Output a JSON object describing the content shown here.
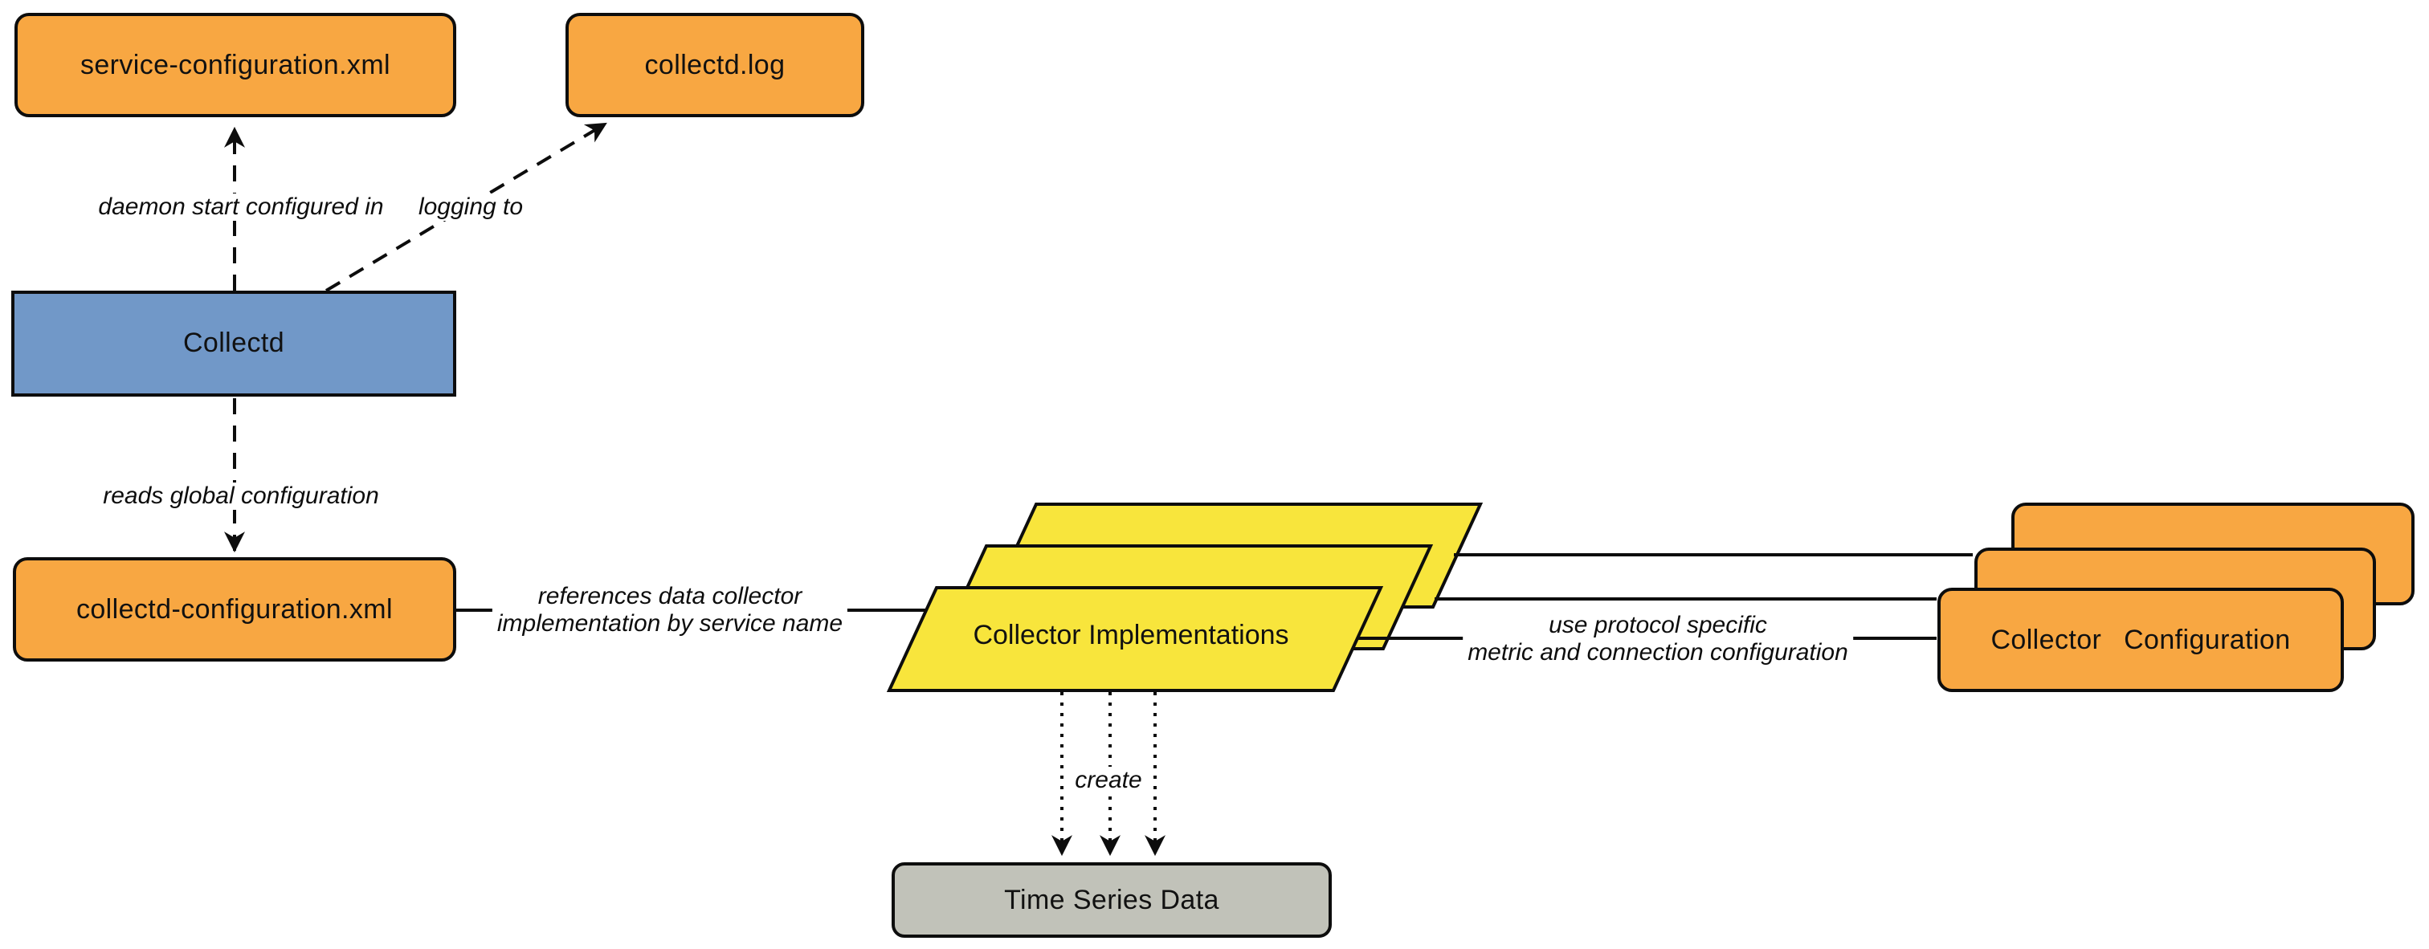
{
  "diagram": {
    "nodes": {
      "service_configuration": {
        "label": "service-configuration.xml"
      },
      "collectd_log": {
        "label": "collectd.log"
      },
      "collectd": {
        "label": "Collectd"
      },
      "collectd_configuration": {
        "label": "collectd-configuration.xml"
      },
      "collector_implementations": {
        "label": "Collector Implementations",
        "stack_count": 3
      },
      "collector_configuration": {
        "label": "Collector Configuration",
        "stack_count": 3
      },
      "time_series_data": {
        "label": "Time Series Data"
      }
    },
    "edge_labels": {
      "daemon_start": "daemon start configured in",
      "logging_to": "logging to",
      "reads_global": "reads global configuration",
      "references_line1": "references data collector",
      "references_line2": "implementation by service name",
      "use_protocol_line1": "use protocol specific",
      "use_protocol_line2": "metric and connection configuration",
      "create": "create"
    },
    "colors": {
      "node_orange": "#F8A742",
      "node_yellow": "#F8E53C",
      "node_blue": "#7198C8",
      "node_gray": "#C1C2B9",
      "line": "#000000",
      "background": "#FFFFFF"
    }
  }
}
